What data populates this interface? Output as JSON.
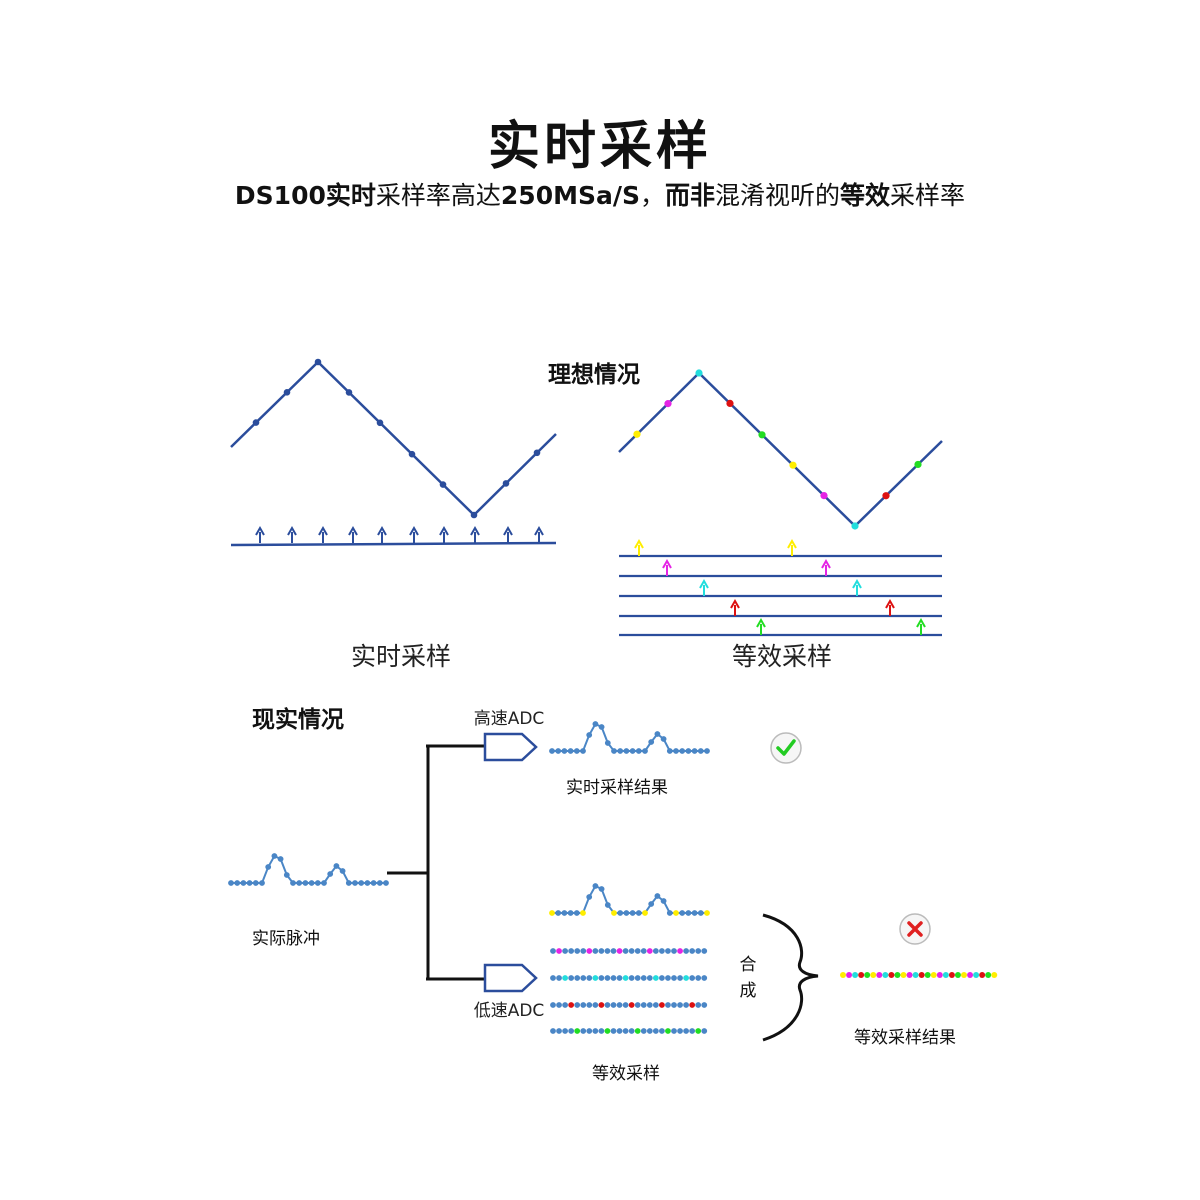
{
  "title": "实时采样",
  "subtitle": {
    "p1": "DS100",
    "p2": "实时",
    "p3": "采样率高达",
    "p4": "250MSa/S",
    "p5": "，",
    "p6": "而非",
    "p7": "混淆视听的",
    "p8": "等效",
    "p9": "采样率"
  },
  "ideal": {
    "heading": "理想情况",
    "realtime_caption": "实时采样",
    "equivalent_caption": "等效采样"
  },
  "reality": {
    "heading": "现实情况",
    "high_adc": "高速ADC",
    "low_adc": "低速ADC",
    "realtime_result": "实时采样结果",
    "actual_pulse": "实际脉冲",
    "equivalent_sampling": "等效采样",
    "combine_1": "合",
    "combine_2": "成",
    "equivalent_result": "等效采样结果",
    "check_icon": "check-icon",
    "cross_icon": "cross-icon"
  },
  "colors": {
    "line": "#2b4d9c",
    "dot": "#4a86c6",
    "yellow": "#ffee00",
    "magenta": "#e524e5",
    "cyan": "#22dddd",
    "red": "#dd1111",
    "green": "#22dd22",
    "check": "#22cc22",
    "cross": "#e02020"
  }
}
